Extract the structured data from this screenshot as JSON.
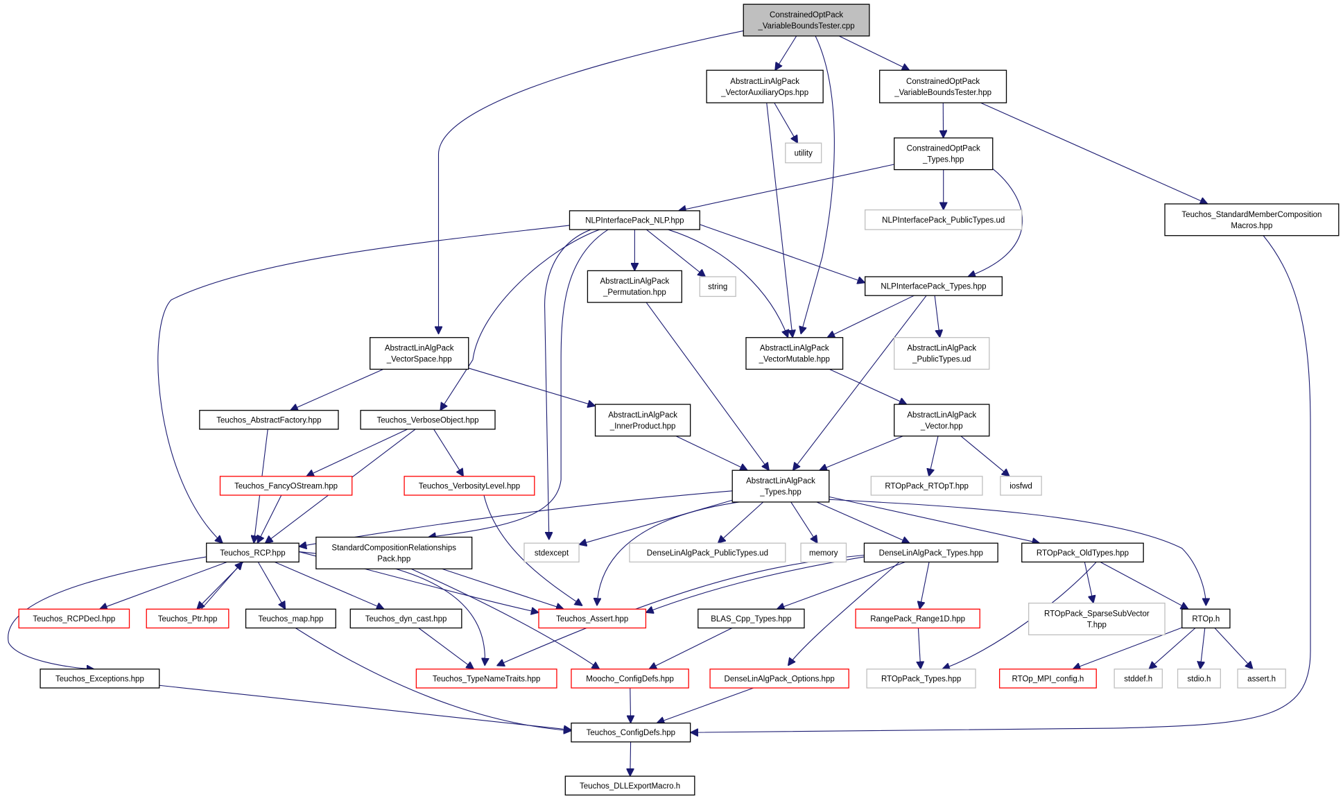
{
  "colors": {
    "edge": "#191970",
    "border_default": "#000000",
    "border_missing": "#bfbfbf",
    "border_truncated": "#ff0000",
    "fill_root": "#bfbfbf",
    "fill_default": "#ffffff"
  },
  "nodes": [
    {
      "id": "root",
      "kind": "root",
      "lines": [
        "ConstrainedOptPack",
        "_VariableBoundsTester.cpp"
      ]
    },
    {
      "id": "vaux",
      "kind": "normal",
      "lines": [
        "AbstractLinAlgPack",
        "_VectorAuxiliaryOps.hpp"
      ]
    },
    {
      "id": "vbt",
      "kind": "normal",
      "lines": [
        "ConstrainedOptPack",
        "_VariableBoundsTester.hpp"
      ]
    },
    {
      "id": "utility",
      "kind": "missing",
      "lines": [
        "utility"
      ]
    },
    {
      "id": "cotypes",
      "kind": "normal",
      "lines": [
        "ConstrainedOptPack",
        "_Types.hpp"
      ]
    },
    {
      "id": "nlp",
      "kind": "normal",
      "lines": [
        "NLPInterfacePack_NLP.hpp"
      ]
    },
    {
      "id": "nlpud",
      "kind": "missing",
      "lines": [
        "NLPInterfacePack_PublicTypes.ud"
      ]
    },
    {
      "id": "tsmcm",
      "kind": "normal",
      "lines": [
        "Teuchos_StandardMemberComposition",
        "Macros.hpp"
      ]
    },
    {
      "id": "perm",
      "kind": "normal",
      "lines": [
        "AbstractLinAlgPack",
        "_Permutation.hpp"
      ]
    },
    {
      "id": "string",
      "kind": "missing",
      "lines": [
        "string"
      ]
    },
    {
      "id": "nlptypes",
      "kind": "normal",
      "lines": [
        "NLPInterfacePack_Types.hpp"
      ]
    },
    {
      "id": "vspace",
      "kind": "normal",
      "lines": [
        "AbstractLinAlgPack",
        "_VectorSpace.hpp"
      ]
    },
    {
      "id": "vmut",
      "kind": "normal",
      "lines": [
        "AbstractLinAlgPack",
        "_VectorMutable.hpp"
      ]
    },
    {
      "id": "alaud",
      "kind": "missing",
      "lines": [
        "AbstractLinAlgPack",
        "_PublicTypes.ud"
      ]
    },
    {
      "id": "absfac",
      "kind": "normal",
      "lines": [
        "Teuchos_AbstractFactory.hpp"
      ]
    },
    {
      "id": "verbobj",
      "kind": "normal",
      "lines": [
        "Teuchos_VerboseObject.hpp"
      ]
    },
    {
      "id": "innerprod",
      "kind": "normal",
      "lines": [
        "AbstractLinAlgPack",
        "_InnerProduct.hpp"
      ]
    },
    {
      "id": "vector",
      "kind": "normal",
      "lines": [
        "AbstractLinAlgPack",
        "_Vector.hpp"
      ]
    },
    {
      "id": "fancy",
      "kind": "truncated",
      "lines": [
        "Teuchos_FancyOStream.hpp"
      ]
    },
    {
      "id": "verblevel",
      "kind": "truncated",
      "lines": [
        "Teuchos_VerbosityLevel.hpp"
      ]
    },
    {
      "id": "alatypes",
      "kind": "normal",
      "lines": [
        "AbstractLinAlgPack",
        "_Types.hpp"
      ]
    },
    {
      "id": "rtopt",
      "kind": "missing",
      "lines": [
        "RTOpPack_RTOpT.hpp"
      ]
    },
    {
      "id": "iosfwd",
      "kind": "missing",
      "lines": [
        "iosfwd"
      ]
    },
    {
      "id": "rcp",
      "kind": "normal",
      "lines": [
        "Teuchos_RCP.hpp"
      ]
    },
    {
      "id": "scrp",
      "kind": "normal",
      "lines": [
        "StandardCompositionRelationships",
        "Pack.hpp"
      ]
    },
    {
      "id": "stdexcept",
      "kind": "missing",
      "lines": [
        "stdexcept"
      ]
    },
    {
      "id": "dlaud",
      "kind": "missing",
      "lines": [
        "DenseLinAlgPack_PublicTypes.ud"
      ]
    },
    {
      "id": "memory",
      "kind": "missing",
      "lines": [
        "memory"
      ]
    },
    {
      "id": "dlatypes",
      "kind": "normal",
      "lines": [
        "DenseLinAlgPack_Types.hpp"
      ]
    },
    {
      "id": "rtopold",
      "kind": "normal",
      "lines": [
        "RTOpPack_OldTypes.hpp"
      ]
    },
    {
      "id": "rcpdecl",
      "kind": "truncated",
      "lines": [
        "Teuchos_RCPDecl.hpp"
      ]
    },
    {
      "id": "ptr",
      "kind": "truncated",
      "lines": [
        "Teuchos_Ptr.hpp"
      ]
    },
    {
      "id": "tmap",
      "kind": "normal",
      "lines": [
        "Teuchos_map.hpp"
      ]
    },
    {
      "id": "dyncast",
      "kind": "normal",
      "lines": [
        "Teuchos_dyn_cast.hpp"
      ]
    },
    {
      "id": "assert",
      "kind": "truncated",
      "lines": [
        "Teuchos_Assert.hpp"
      ]
    },
    {
      "id": "blas",
      "kind": "normal",
      "lines": [
        "BLAS_Cpp_Types.hpp"
      ]
    },
    {
      "id": "range1d",
      "kind": "truncated",
      "lines": [
        "RangePack_Range1D.hpp"
      ]
    },
    {
      "id": "sparse",
      "kind": "missing",
      "lines": [
        "RTOpPack_SparseSubVector",
        "T.hpp"
      ]
    },
    {
      "id": "rtoph",
      "kind": "normal",
      "lines": [
        "RTOp.h"
      ]
    },
    {
      "id": "exceptions",
      "kind": "normal",
      "lines": [
        "Teuchos_Exceptions.hpp"
      ]
    },
    {
      "id": "typename",
      "kind": "truncated",
      "lines": [
        "Teuchos_TypeNameTraits.hpp"
      ]
    },
    {
      "id": "mcfg",
      "kind": "truncated",
      "lines": [
        "Moocho_ConfigDefs.hpp"
      ]
    },
    {
      "id": "dlaopts",
      "kind": "truncated",
      "lines": [
        "DenseLinAlgPack_Options.hpp"
      ]
    },
    {
      "id": "rtoptypes",
      "kind": "missing",
      "lines": [
        "RTOpPack_Types.hpp"
      ]
    },
    {
      "id": "mpicfg",
      "kind": "truncated",
      "lines": [
        "RTOp_MPI_config.h"
      ]
    },
    {
      "id": "stddef",
      "kind": "missing",
      "lines": [
        "stddef.h"
      ]
    },
    {
      "id": "stdio",
      "kind": "missing",
      "lines": [
        "stdio.h"
      ]
    },
    {
      "id": "asserth",
      "kind": "missing",
      "lines": [
        "assert.h"
      ]
    },
    {
      "id": "tcfg",
      "kind": "normal",
      "lines": [
        "Teuchos_ConfigDefs.hpp"
      ]
    },
    {
      "id": "dllexport",
      "kind": "normal",
      "lines": [
        "Teuchos_DLLExportMacro.h"
      ]
    }
  ],
  "edges": [
    [
      "root",
      "vaux"
    ],
    [
      "root",
      "vbt"
    ],
    [
      "root",
      "vspace"
    ],
    [
      "root",
      "vmut"
    ],
    [
      "vaux",
      "utility"
    ],
    [
      "vaux",
      "vmut"
    ],
    [
      "vbt",
      "cotypes"
    ],
    [
      "vbt",
      "tsmcm"
    ],
    [
      "cotypes",
      "nlp"
    ],
    [
      "cotypes",
      "nlpud"
    ],
    [
      "cotypes",
      "nlptypes"
    ],
    [
      "tsmcm",
      "tcfg"
    ],
    [
      "nlp",
      "perm"
    ],
    [
      "nlp",
      "string"
    ],
    [
      "nlp",
      "nlptypes"
    ],
    [
      "nlp",
      "vmut"
    ],
    [
      "nlp",
      "verbobj"
    ],
    [
      "nlp",
      "rcp"
    ],
    [
      "nlp",
      "scrp"
    ],
    [
      "nlp",
      "stdexcept"
    ],
    [
      "nlptypes",
      "vmut"
    ],
    [
      "nlptypes",
      "alaud"
    ],
    [
      "nlptypes",
      "alatypes"
    ],
    [
      "perm",
      "alatypes"
    ],
    [
      "vspace",
      "absfac"
    ],
    [
      "vspace",
      "innerprod"
    ],
    [
      "vmut",
      "vector"
    ],
    [
      "absfac",
      "rcp"
    ],
    [
      "verbobj",
      "fancy"
    ],
    [
      "verbobj",
      "verblevel"
    ],
    [
      "verbobj",
      "rcp"
    ],
    [
      "innerprod",
      "alatypes"
    ],
    [
      "vector",
      "alatypes"
    ],
    [
      "vector",
      "rtopt"
    ],
    [
      "vector",
      "iosfwd"
    ],
    [
      "fancy",
      "rcp"
    ],
    [
      "verblevel",
      "assert"
    ],
    [
      "alatypes",
      "rcp"
    ],
    [
      "alatypes",
      "stdexcept"
    ],
    [
      "alatypes",
      "dlaud"
    ],
    [
      "alatypes",
      "memory"
    ],
    [
      "alatypes",
      "dlatypes"
    ],
    [
      "alatypes",
      "rtopold"
    ],
    [
      "alatypes",
      "assert"
    ],
    [
      "alatypes",
      "rtoph"
    ],
    [
      "rcp",
      "rcpdecl"
    ],
    [
      "rcp",
      "ptr"
    ],
    [
      "rcp",
      "tmap"
    ],
    [
      "rcp",
      "dyncast"
    ],
    [
      "rcp",
      "assert"
    ],
    [
      "rcp",
      "typename"
    ],
    [
      "rcp",
      "exceptions"
    ],
    [
      "ptr",
      "rcp"
    ],
    [
      "scrp",
      "assert"
    ],
    [
      "scrp",
      "mcfg"
    ],
    [
      "dlatypes",
      "assert"
    ],
    [
      "dlatypes",
      "blas"
    ],
    [
      "dlatypes",
      "range1d"
    ],
    [
      "dlatypes",
      "dlaopts"
    ],
    [
      "dlatypes",
      "typename"
    ],
    [
      "rtopold",
      "sparse"
    ],
    [
      "rtopold",
      "rtoph"
    ],
    [
      "rtopold",
      "rtoptypes"
    ],
    [
      "tmap",
      "tcfg"
    ],
    [
      "dyncast",
      "typename"
    ],
    [
      "blas",
      "mcfg"
    ],
    [
      "range1d",
      "rtoptypes"
    ],
    [
      "rtoph",
      "mpicfg"
    ],
    [
      "rtoph",
      "stddef"
    ],
    [
      "rtoph",
      "stdio"
    ],
    [
      "rtoph",
      "asserth"
    ],
    [
      "exceptions",
      "tcfg"
    ],
    [
      "mcfg",
      "tcfg"
    ],
    [
      "dlaopts",
      "tcfg"
    ],
    [
      "tcfg",
      "dllexport"
    ]
  ]
}
